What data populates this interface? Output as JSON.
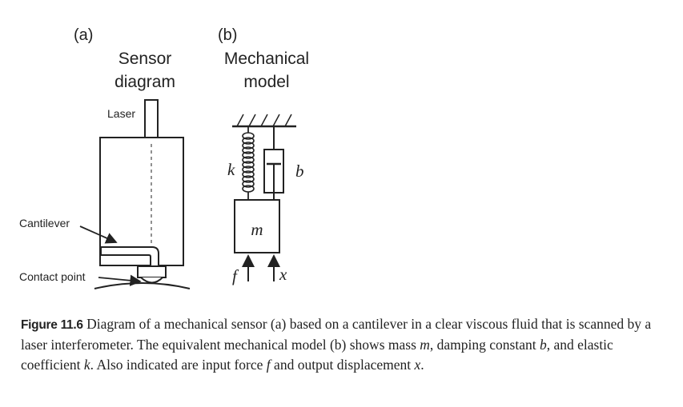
{
  "panel_a": {
    "label": "(a)",
    "title_line1": "Sensor",
    "title_line2": "diagram",
    "laser_label": "Laser",
    "cantilever_label": "Cantilever",
    "contact_label": "Contact point"
  },
  "panel_b": {
    "label": "(b)",
    "title_line1": "Mechanical",
    "title_line2": "model",
    "spring_label": "k",
    "damper_label": "b",
    "mass_label": "m",
    "force_label": "f",
    "displacement_label": "x"
  },
  "caption": {
    "label": "Figure 11.6",
    "t1": "Diagram of a mechanical sensor (a) based on a cantilever in a clear viscous fluid that is scanned by a laser interferometer. The equivalent mechanical model (b) shows mass ",
    "v1": "m",
    "t2": ", damping constant ",
    "v2": "b",
    "t3": ", and elastic coefficient ",
    "v3": "k",
    "t4": ". Also indicated are input force ",
    "v4": "f",
    "t5": " and output displacement ",
    "v5": "x",
    "t6": "."
  }
}
